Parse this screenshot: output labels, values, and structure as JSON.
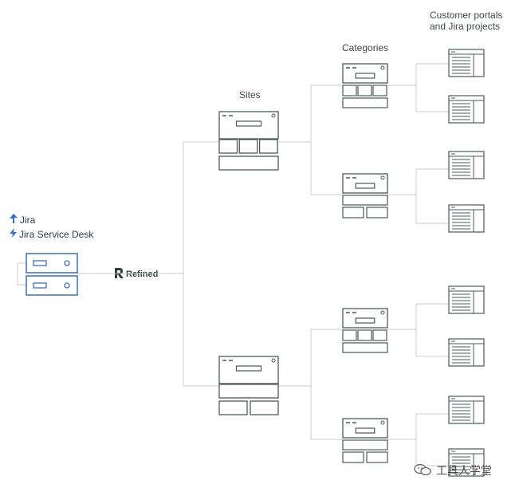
{
  "products": {
    "jira": "Jira",
    "service_desk": "Jira Service Desk",
    "jira_icon": "jira-bolt-icon",
    "service_desk_icon": "lightning-icon"
  },
  "hub": {
    "brand": "Refined",
    "logo_icon": "refined-r-logo-icon"
  },
  "levels": {
    "sites": "Sites",
    "categories": "Categories",
    "portals_line1": "Customer portals",
    "portals_line2": "and Jira projects"
  },
  "watermark": {
    "text": "工具人学堂",
    "icon": "wechat-chat-icon"
  },
  "colors": {
    "line": "#c8ceca",
    "stroke": "#4b5a57",
    "server": "#3b6fb5",
    "text": "#3f4a48"
  }
}
